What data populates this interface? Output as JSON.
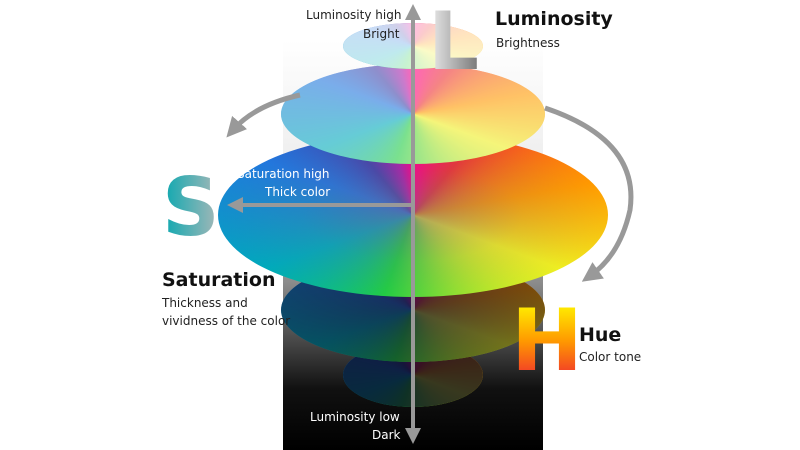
{
  "luminosity": {
    "title": "Luminosity",
    "subtitle": "Brightness",
    "letter": "L",
    "high_label": "Luminosity high",
    "high_sub": "Bright",
    "low_label": "Luminosity low",
    "low_sub": "Dark"
  },
  "saturation": {
    "title": "Saturation",
    "subtitle_line1": "Thickness and",
    "subtitle_line2": "vividness of the color",
    "letter": "S",
    "high_label": "Saturation high",
    "high_sub": "Thick color"
  },
  "hue": {
    "title": "Hue",
    "subtitle": "Color tone",
    "letter": "H"
  }
}
